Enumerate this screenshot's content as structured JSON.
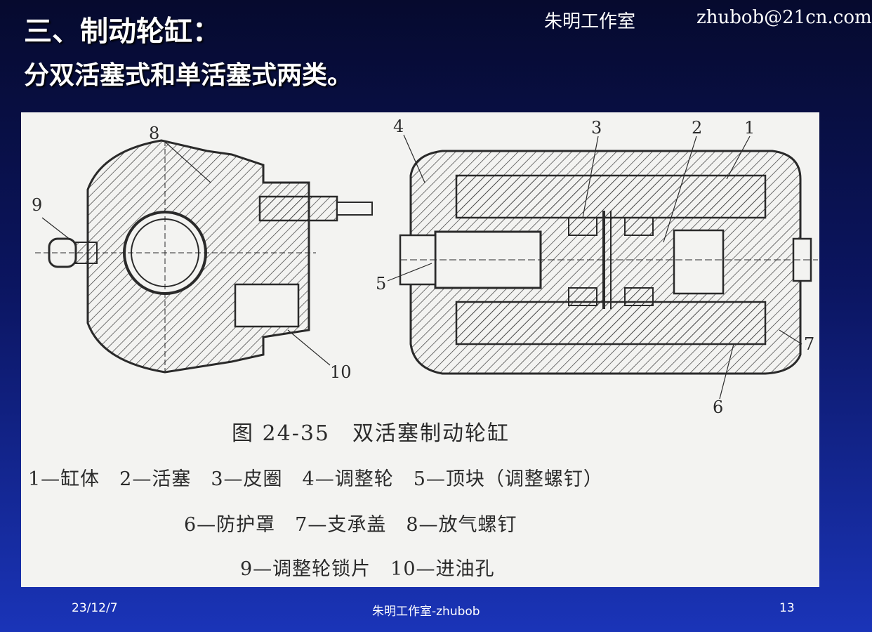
{
  "slide": {
    "title_line1": "三、制动轮缸：",
    "title_line2": "分双活塞式和单活塞式两类。",
    "header_studio": "朱明工作室",
    "header_email": "zhubob@21cn.com"
  },
  "figure": {
    "callouts": [
      "8",
      "9",
      "10",
      "4",
      "3",
      "2",
      "1",
      "5",
      "7",
      "6"
    ],
    "caption": "图 24-35　双活塞制动轮缸",
    "legend_line1": "1—缸体　2—活塞　3—皮圈　4—调整轮　5—顶块（调整螺钉）",
    "legend_line2": "6—防护罩　7—支承盖　8—放气螺钉",
    "legend_line3": "9—调整轮锁片　10—进油孔"
  },
  "footer": {
    "date": "23/12/7",
    "center": "朱明工作室-zhubob",
    "page": "13"
  },
  "colors": {
    "title_text": "#ffffff",
    "figure_background": "#f3f3f1",
    "drawing_ink": "#2a2a2a"
  }
}
